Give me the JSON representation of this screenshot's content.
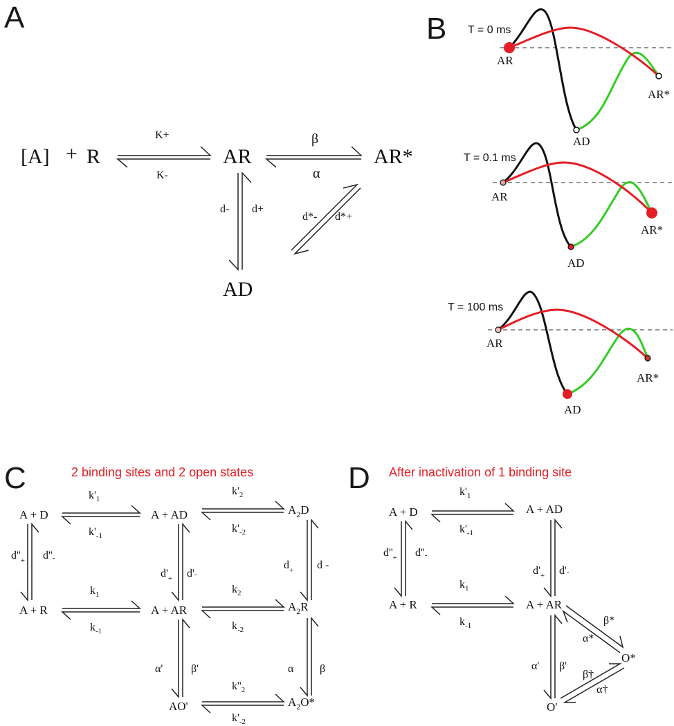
{
  "colors": {
    "red": "#e31e24",
    "green": "#33cc22",
    "black": "#111111",
    "dash": "#555555"
  },
  "panelA": {
    "label": "A",
    "states": {
      "A": "[A]",
      "plus": "+",
      "R": "R",
      "AR": "AR",
      "ARs": "AR*",
      "AD": "AD"
    },
    "rates": {
      "kplus": "K+",
      "kminus": "K-",
      "beta": "β",
      "alpha": "α",
      "dminus": "d-",
      "dplus": "d+",
      "dsminus": "d*-",
      "dsplus": "d*+"
    }
  },
  "panelB": {
    "label": "B",
    "times": [
      "T = 0 ms",
      "T = 0.1 ms",
      "T = 100 ms"
    ],
    "states": {
      "AR": "AR",
      "AD": "AD",
      "ARs": "AR*"
    }
  },
  "panelC": {
    "label": "C",
    "title": "2 binding sites and 2 open states",
    "states": {
      "AD_free": "A + D",
      "A_AD": "A + AD",
      "A2D": "A",
      "A2D_sub": "2",
      "A2D_tail": "D",
      "AR_free": "A + R",
      "A_AR": "A + AR",
      "A2R": "A",
      "A2R_sub": "2",
      "A2R_tail": "R",
      "AO": "AO'",
      "A2O": "A",
      "A2O_sub": "2",
      "A2O_tail": "O*"
    },
    "rates": {
      "k1p": "k'",
      "k1p_sub": "1",
      "k1pm": "k'",
      "k1pm_sub": "-1",
      "k2p": "k'",
      "k2p_sub": "2",
      "k2pm": "k'",
      "k2pm_sub": "-2",
      "dpp_plus": "d''",
      "dpp_plus_sub": "+",
      "dpp_minus": "d''",
      "dpp_minus_sub": "-",
      "dp_plus": "d'",
      "dp_plus_sub": "+",
      "dp_minus": "d'",
      "dp_minus_sub": "-",
      "d_plus": "d",
      "d_plus_sub": "+",
      "d_minus": "d -",
      "k1": "k",
      "k1_sub": "1",
      "km1": "k",
      "km1_sub": "-1",
      "k2": "k",
      "k2_sub": "2",
      "km2": "k",
      "km2_sub": "-2",
      "alphap": "α'",
      "betap": "β'",
      "alpha": "α",
      "beta": "β",
      "k2pp": "k''",
      "k2pp_sub": "2",
      "km2p": "k'",
      "km2p_sub": "-2"
    }
  },
  "panelD": {
    "label": "D",
    "title": "After inactivation of 1 binding site",
    "states": {
      "AD_free": "A + D",
      "A_AD": "A + AD",
      "AR_free": "A + R",
      "A_AR": "A + AR",
      "Os": "O*",
      "Op": "O'"
    },
    "rates": {
      "k1p": "k'",
      "k1p_sub": "1",
      "k1pm": "k'",
      "k1pm_sub": "-1",
      "dpp_plus": "d''",
      "dpp_plus_sub": "+",
      "dpp_minus": "d''",
      "dpp_minus_sub": "-",
      "dp_plus": "d'",
      "dp_plus_sub": "+",
      "dp_minus": "d'",
      "dp_minus_sub": "-",
      "k1": "k",
      "k1_sub": "1",
      "km1": "k",
      "km1_sub": "-1",
      "alphap": "α'",
      "betap": "β'",
      "betas": "β*",
      "alphas": "α*",
      "betad": "β†",
      "alphad": "α†"
    }
  }
}
